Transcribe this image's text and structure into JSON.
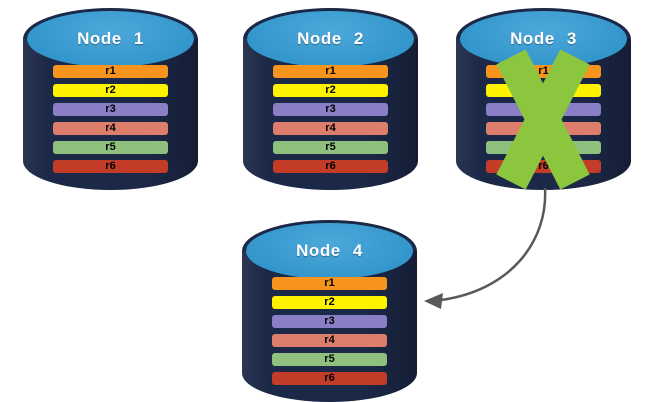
{
  "diagram": {
    "colors": {
      "background": "#ffffff",
      "cylinder_body": "#1C2847",
      "cylinder_top": "#2F9AD4",
      "title_text": "#ffffff",
      "row_text": "#000000",
      "failure_x": "#8CC63E",
      "arrow": "#595959"
    },
    "icons": {
      "failure": "x-mark",
      "connector": "curved-arrow"
    },
    "nodes": [
      {
        "label": "Node 1",
        "rows": [
          {
            "label": "r1",
            "color": "#F7941D"
          },
          {
            "label": "r2",
            "color": "#FFF200"
          },
          {
            "label": "r3",
            "color": "#8A7EC6"
          },
          {
            "label": "r4",
            "color": "#DD7E6C"
          },
          {
            "label": "r5",
            "color": "#8FC07D"
          },
          {
            "label": "r6",
            "color": "#C23C28"
          }
        ]
      },
      {
        "label": "Node 2",
        "rows": [
          {
            "label": "r1",
            "color": "#F7941D"
          },
          {
            "label": "r2",
            "color": "#FFF200"
          },
          {
            "label": "r3",
            "color": "#8A7EC6"
          },
          {
            "label": "r4",
            "color": "#DD7E6C"
          },
          {
            "label": "r5",
            "color": "#8FC07D"
          },
          {
            "label": "r6",
            "color": "#C23C28"
          }
        ]
      },
      {
        "label": "Node 3",
        "failed": true,
        "rows": [
          {
            "label": "r1",
            "color": "#F7941D"
          },
          {
            "label": "r2",
            "color": "#FFF200"
          },
          {
            "label": "r3",
            "color": "#8A7EC6"
          },
          {
            "label": "r4",
            "color": "#DD7E6C"
          },
          {
            "label": "r5",
            "color": "#8FC07D"
          },
          {
            "label": "r6",
            "color": "#C23C28"
          }
        ]
      },
      {
        "label": "Node 4",
        "rows": [
          {
            "label": "r1",
            "color": "#F7941D"
          },
          {
            "label": "r2",
            "color": "#FFF200"
          },
          {
            "label": "r3",
            "color": "#8A7EC6"
          },
          {
            "label": "r4",
            "color": "#DD7E6C"
          },
          {
            "label": "r5",
            "color": "#8FC07D"
          },
          {
            "label": "r6",
            "color": "#C23C28"
          }
        ]
      }
    ]
  }
}
